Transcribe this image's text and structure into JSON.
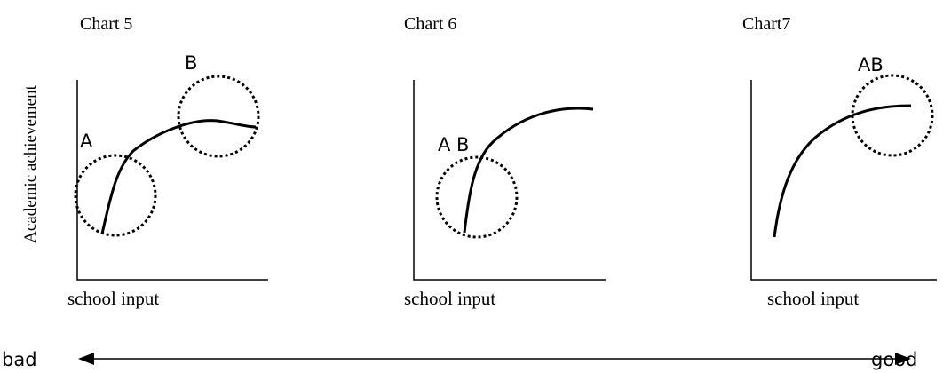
{
  "y_axis_label": "Academic achievement",
  "charts": [
    {
      "title": "Chart 5",
      "xlabel": "school input",
      "regions": [
        {
          "label": "A"
        },
        {
          "label": "B"
        }
      ]
    },
    {
      "title": "Chart 6",
      "xlabel": "school input",
      "regions": [
        {
          "label": "A B"
        }
      ]
    },
    {
      "title": "Chart7",
      "xlabel": "school input",
      "regions": [
        {
          "label": "AB"
        }
      ]
    }
  ],
  "scale": {
    "left_label": "bad",
    "right_label": "good"
  }
}
